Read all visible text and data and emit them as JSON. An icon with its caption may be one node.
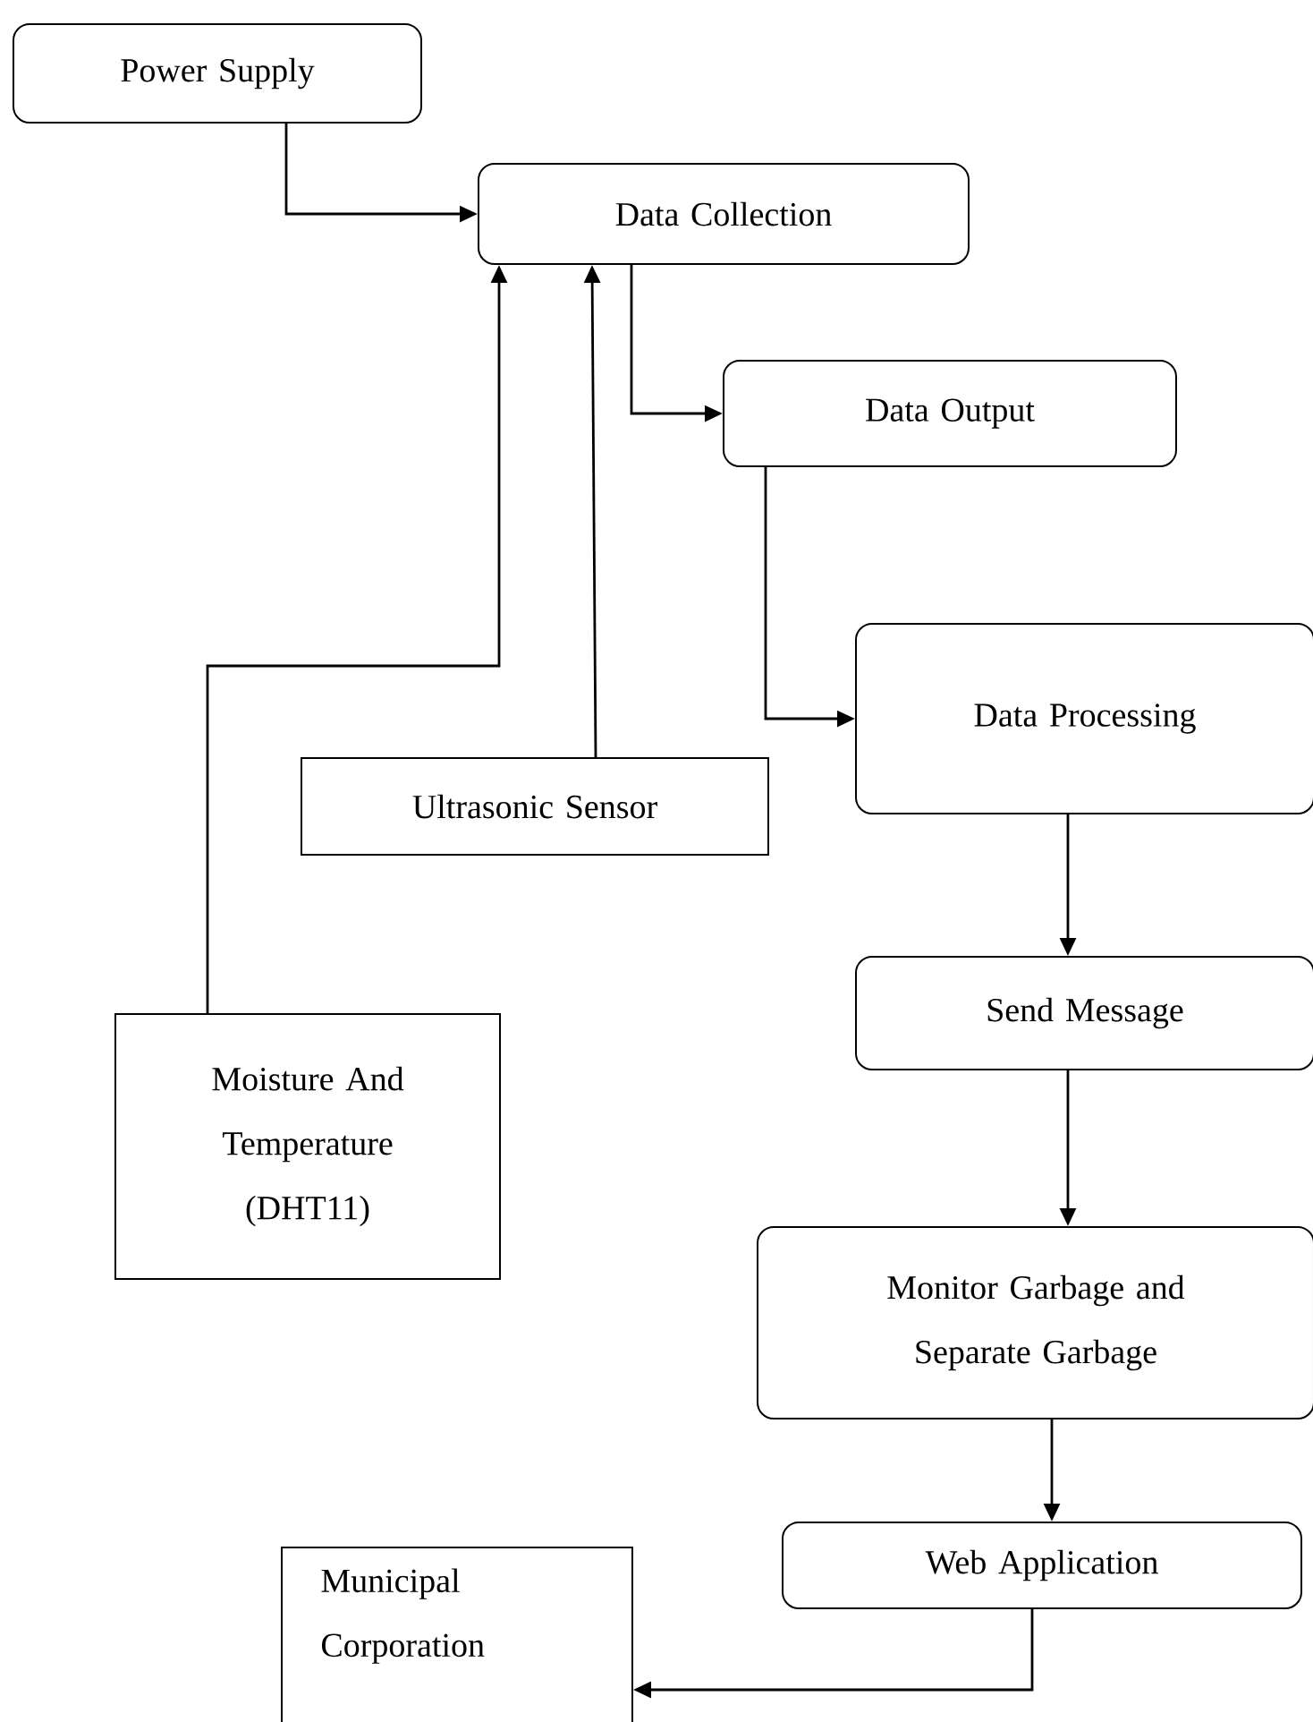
{
  "diagram": {
    "nodes": [
      {
        "text": [
          "Power Supply"
        ]
      },
      {
        "text": [
          "Data Collection"
        ]
      },
      {
        "text": [
          "Data Output"
        ]
      },
      {
        "text": [
          "Data Processing"
        ]
      },
      {
        "text": [
          "Ultrasonic Sensor"
        ]
      },
      {
        "text": [
          "Moisture And Temperature (DHT11)"
        ]
      },
      {
        "text": [
          "Send Message"
        ]
      },
      {
        "text": [
          "Monitor Garbage and Separate Garbage"
        ]
      },
      {
        "text": [
          "Web Application"
        ]
      },
      {
        "text": [
          "Municipal Corporation"
        ]
      }
    ],
    "edges": [
      {
        "from": 0,
        "to": 1,
        "arrow": "to"
      },
      {
        "from": 5,
        "to": 1,
        "arrow": "to"
      },
      {
        "from": 4,
        "to": 1,
        "arrow": "to"
      },
      {
        "from": 1,
        "to": 2,
        "arrow": "to"
      },
      {
        "from": 2,
        "to": 3,
        "arrow": "to"
      },
      {
        "from": 3,
        "to": 6,
        "arrow": "to"
      },
      {
        "from": 6,
        "to": 7,
        "arrow": "to"
      },
      {
        "from": 7,
        "to": 8,
        "arrow": "to"
      },
      {
        "from": 8,
        "to": 9,
        "arrow": "to"
      }
    ]
  }
}
